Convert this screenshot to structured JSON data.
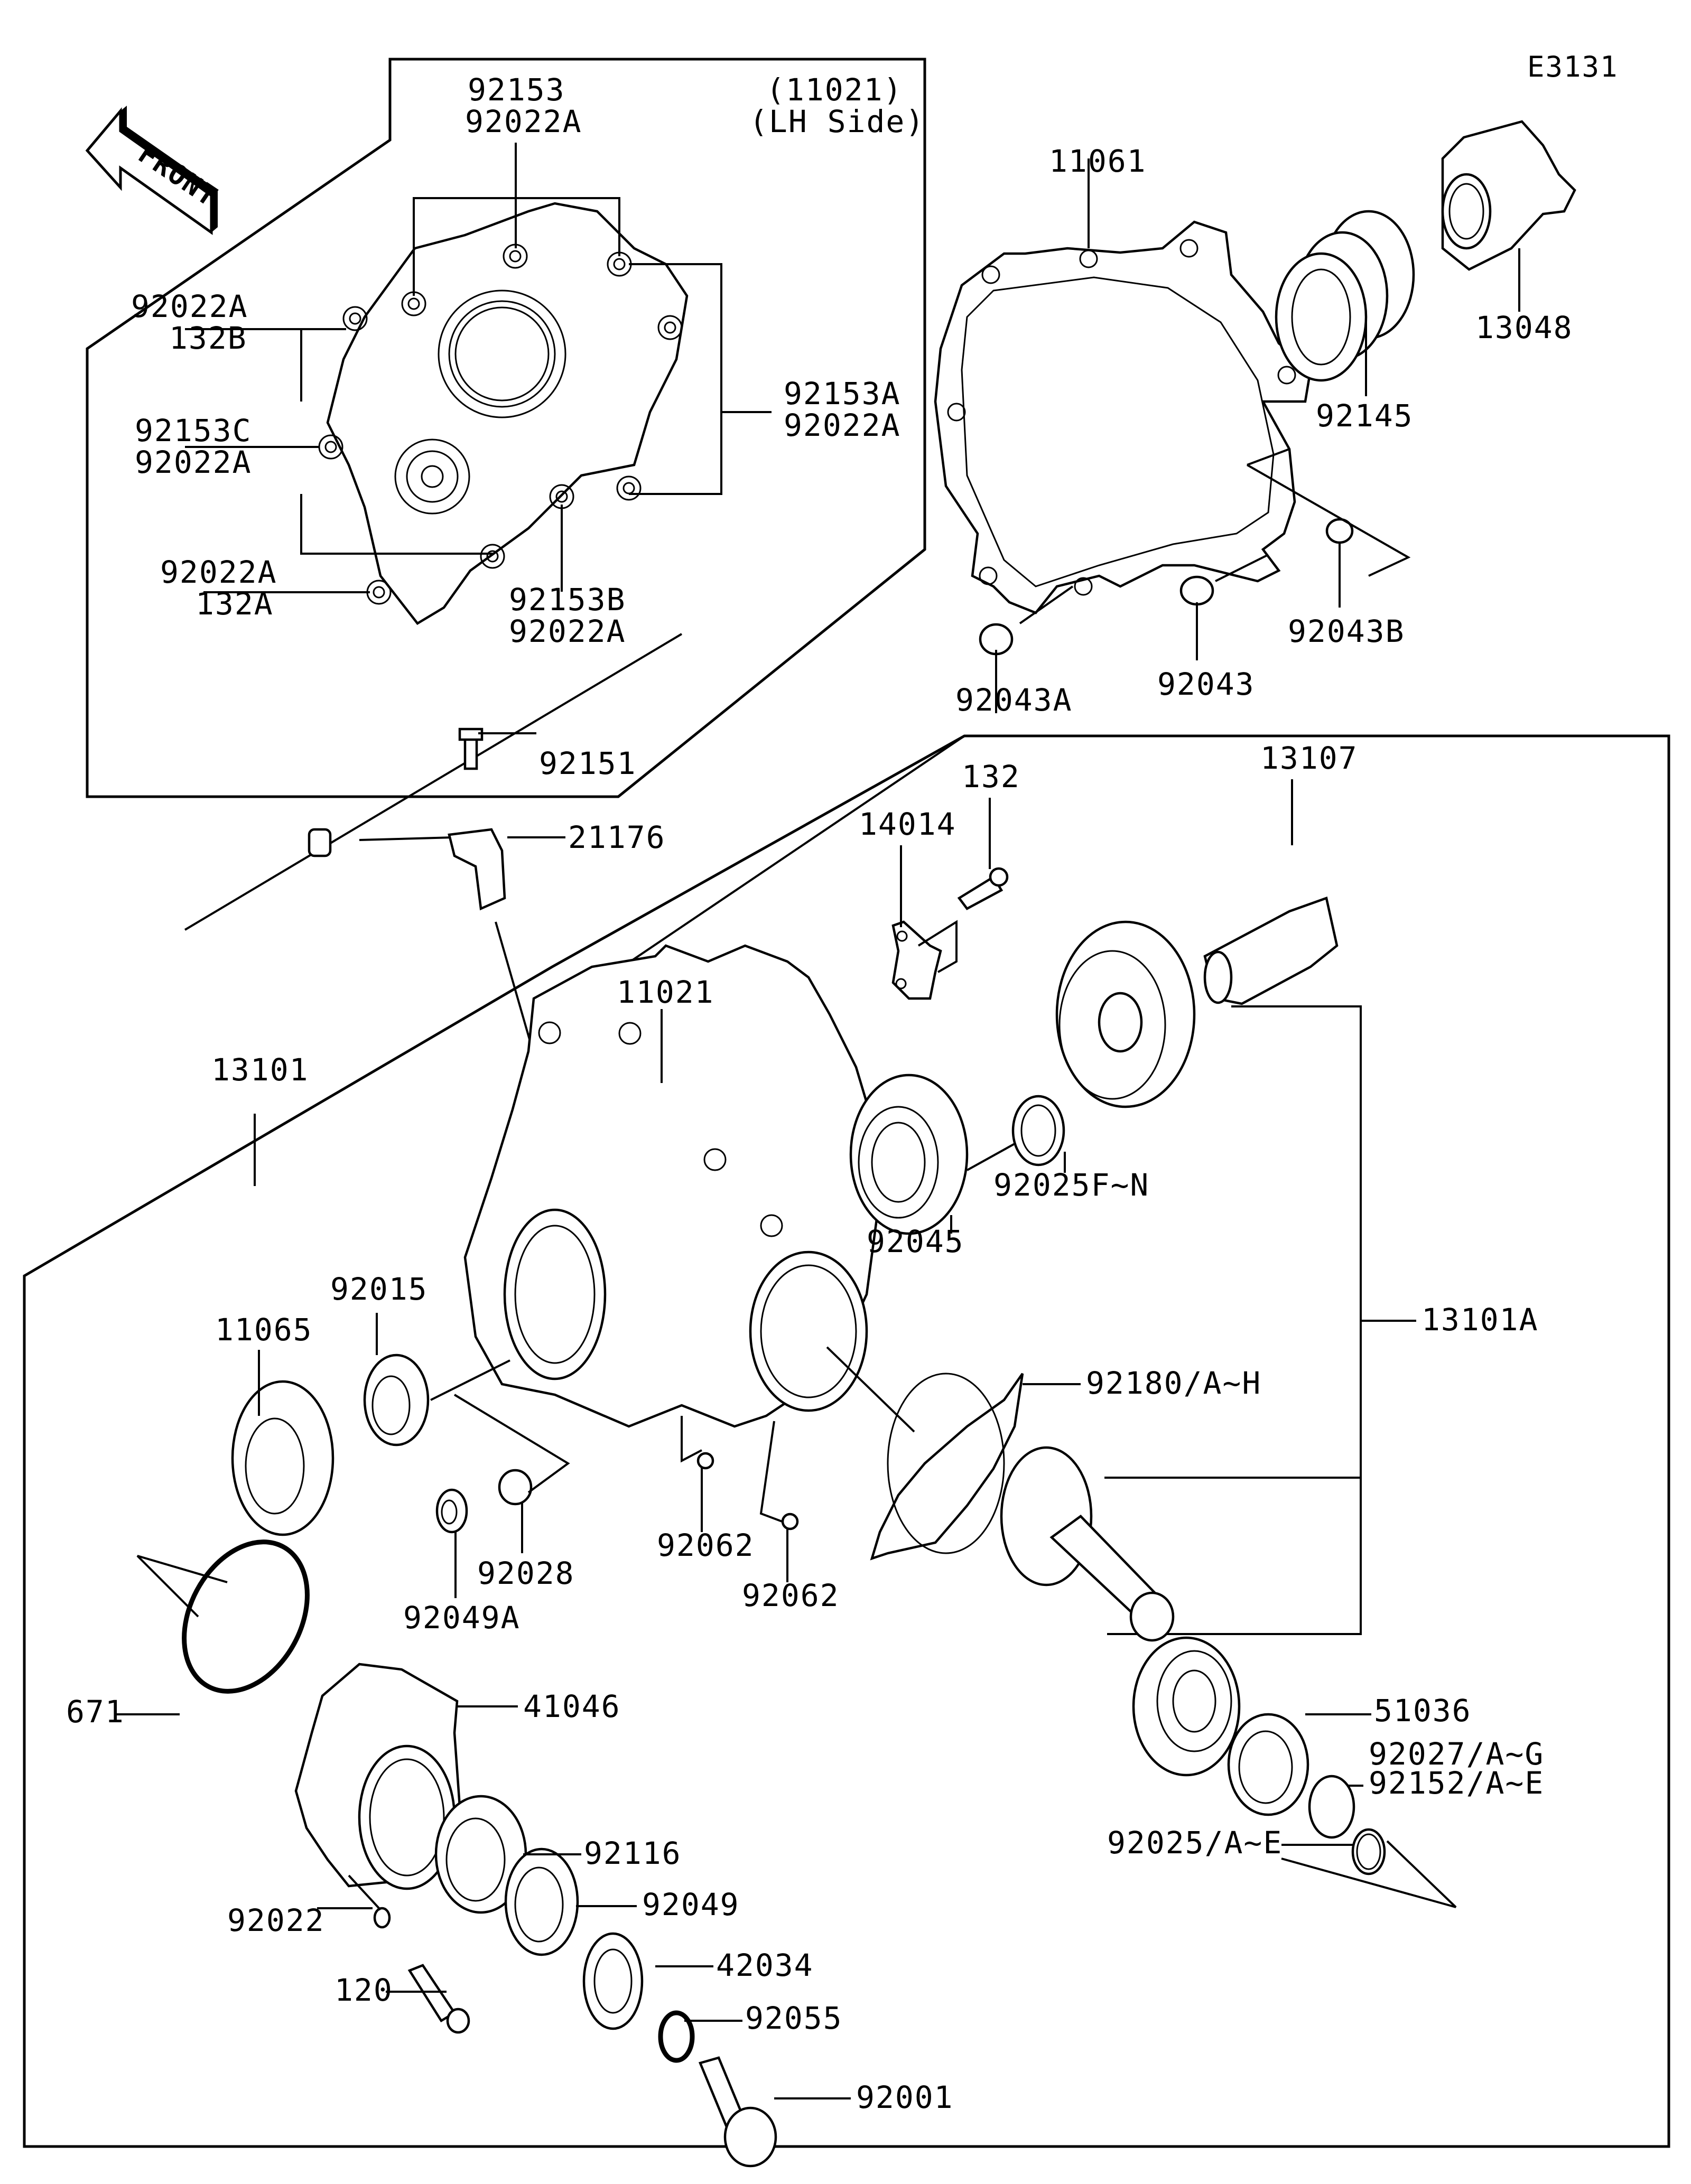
{
  "diagram": {
    "code": "E3131",
    "orientation_label": "FRONT",
    "inset": {
      "reference": "(11021)",
      "side": "(LH Side)"
    },
    "labels": {
      "92153": "92153",
      "92022A_top": "92022A",
      "92022A_132B_a": "92022A",
      "132B": "132B",
      "92153C": "92153C",
      "92022A_c": "92022A",
      "92022A_132A_a": "92022A",
      "132A": "132A",
      "92153A": "92153A",
      "92022A_a": "92022A",
      "92153B": "92153B",
      "92022A_b": "92022A",
      "11061": "11061",
      "92145": "92145",
      "13048": "13048",
      "92043A": "92043A",
      "92043": "92043",
      "92043B": "92043B",
      "92151": "92151",
      "21176": "21176",
      "132": "132",
      "14014": "14014",
      "13107": "13107",
      "11021": "11021",
      "13101": "13101",
      "92025F_N": "92025F~N",
      "92045": "92045",
      "13101A": "13101A",
      "92015": "92015",
      "11065": "11065",
      "92180_A_H": "92180/A~H",
      "92062_a": "92062",
      "92062_b": "92062",
      "92028": "92028",
      "92049A": "92049A",
      "671": "671",
      "41046": "41046",
      "92116": "92116",
      "92049": "92049",
      "92022": "92022",
      "42034": "42034",
      "120": "120",
      "92055": "92055",
      "92001": "92001",
      "51036": "51036",
      "92027_A_G": "92027/A~G",
      "92152_A_E": "92152/A~E",
      "92025_A_E": "92025/A~E"
    },
    "colors": {
      "line": "#000000",
      "background": "#ffffff"
    }
  }
}
